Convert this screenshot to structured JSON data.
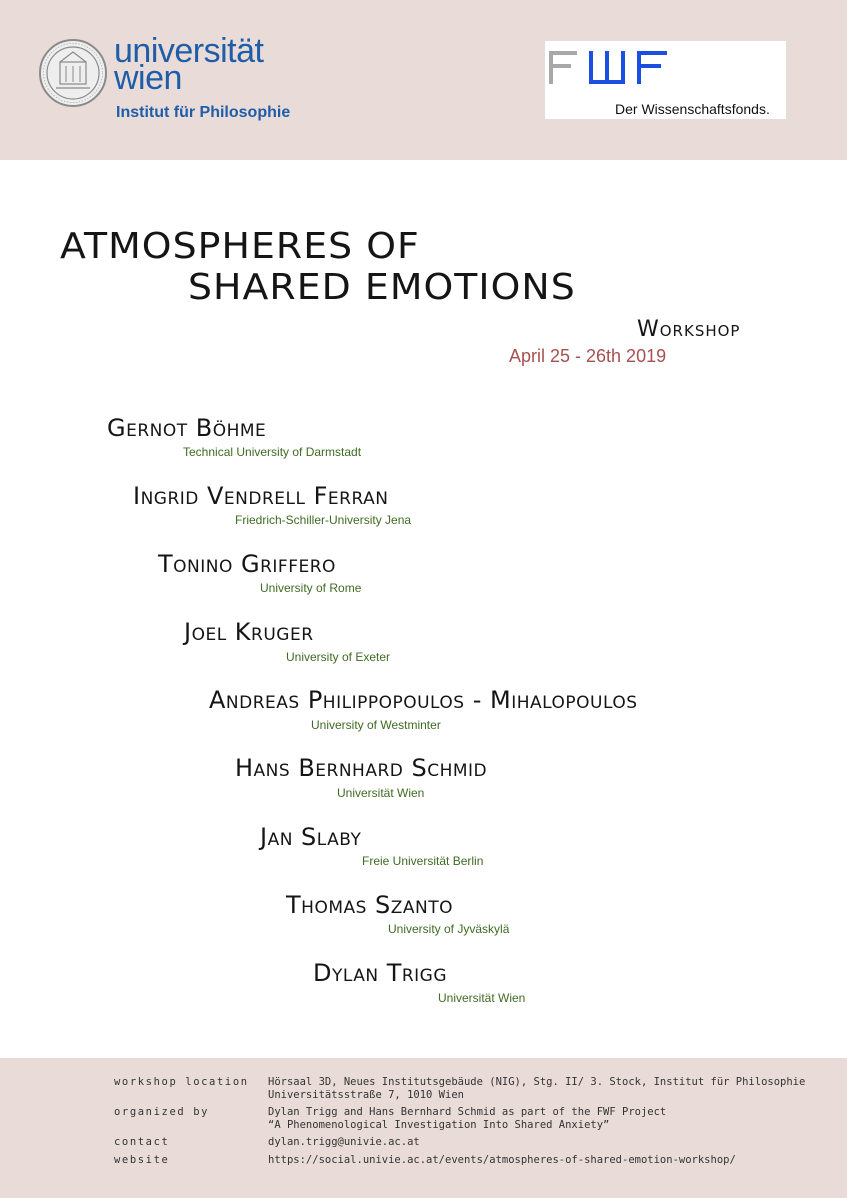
{
  "header": {
    "university": {
      "line1": "universität",
      "line2": "wien",
      "institute": "Institut für Philosophie"
    },
    "fwf": {
      "letters": "FWF",
      "subtitle": "Der Wissenschaftsfonds."
    },
    "colors": {
      "header_bg": "#e9dcd8",
      "uni_blue": "#1f5da8",
      "fwf_grey": "#a8a8ac",
      "fwf_blue": "#1b4fe0"
    }
  },
  "title": {
    "line1": "ATMOSPHERES OF",
    "line2": "SHARED EMOTIONS",
    "subtitle": "Workshop",
    "date": "April 25 - 26th 2019"
  },
  "speakers": [
    {
      "name": "Gernot Böhme",
      "affiliation": "Technical University of Darmstadt"
    },
    {
      "name": "Ingrid Vendrell Ferran",
      "affiliation": "Friedrich-Schiller-University Jena"
    },
    {
      "name": "Tonino Griffero",
      "affiliation": "University of Rome"
    },
    {
      "name": "Joel Kruger",
      "affiliation": "University of Exeter"
    },
    {
      "name": "Andreas Philippopoulos - Mihalopoulos",
      "affiliation": "University of Westminter"
    },
    {
      "name": "Hans Bernhard Schmid",
      "affiliation": "Universität Wien"
    },
    {
      "name": "Jan Slaby",
      "affiliation": "Freie Universität Berlin"
    },
    {
      "name": "Thomas Szanto",
      "affiliation": "University of Jyväskylä"
    },
    {
      "name": "Dylan Trigg",
      "affiliation": "Universität Wien"
    }
  ],
  "footer": {
    "location_label": "workshop location",
    "location_line1": "Hörsaal 3D, Neues Institutsgebäude (NIG), Stg. II/ 3. Stock, Institut für Philosophie",
    "location_line2": "Universitätsstraße 7, 1010 Wien",
    "organized_label": "organized by",
    "organized_line1": "Dylan Trigg and Hans Bernhard Schmid as part of the FWF Project",
    "organized_line2": "“A Phenomenological Investigation Into Shared Anxiety”",
    "contact_label": "contact",
    "contact_value": "dylan.trigg@univie.ac.at",
    "website_label": "website",
    "website_value": "https://social.univie.ac.at/events/atmospheres-of-shared-emotion-workshop/"
  }
}
